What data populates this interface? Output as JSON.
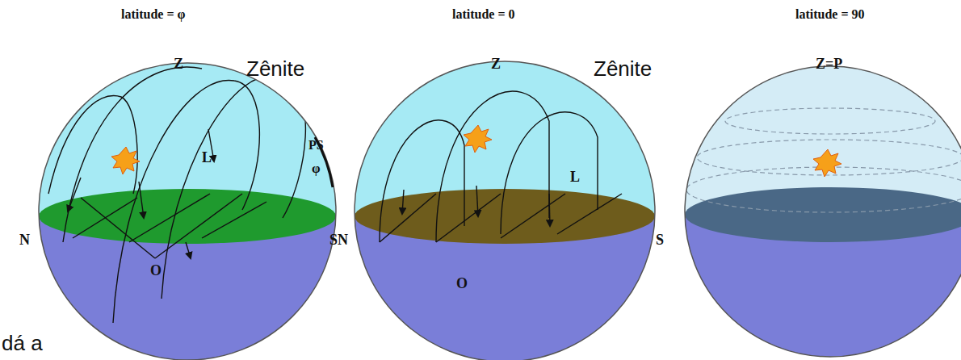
{
  "diagram": {
    "labels": [
      "latitude = φ",
      "latitude = 0",
      "latitude = 90",
      "Z",
      "Zênite",
      "Z",
      "Zênite",
      "Z=P",
      "PS",
      "φ",
      "L",
      "N",
      "S",
      "O",
      "N",
      "L",
      "S",
      "O",
      "dá a"
    ]
  }
}
